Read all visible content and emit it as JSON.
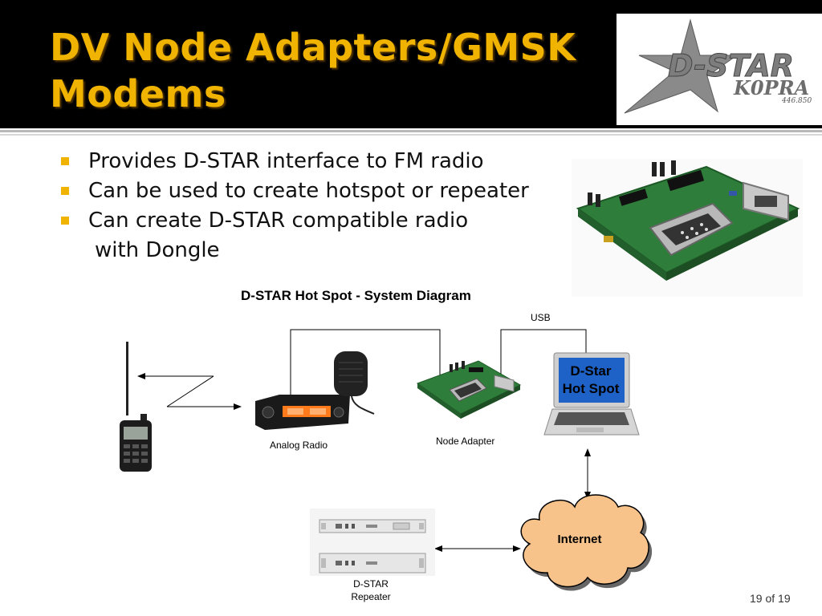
{
  "slide": {
    "title_line1": "DV Node Adapters/GMSK",
    "title_line2": "Modems",
    "bullets": [
      {
        "text": "Provides D-STAR interface to FM radio"
      },
      {
        "text": "Can be used to create hotspot or repeater"
      },
      {
        "text": "Can create D-STAR compatible radio",
        "continuation": "with Dongle"
      }
    ],
    "page_number": "19 of 19"
  },
  "logo": {
    "text": "D-STAR",
    "callsign": "K0PRA",
    "frequency": "446.850"
  },
  "diagram": {
    "title": "D-STAR Hot Spot  -  System Diagram",
    "usb_label": "USB",
    "analog_radio_label": "Analog Radio",
    "node_adapter_label": "Node Adapter",
    "laptop_screen_line1": "D-Star",
    "laptop_screen_line2": "Hot Spot",
    "internet_label": "Internet",
    "repeater_label_line1": "D-STAR",
    "repeater_label_line2": "Repeater"
  },
  "colors": {
    "title": "#f0b400",
    "bullet": "#f0b400",
    "header_bg": "#000000",
    "internet_cloud": "#f7c38a",
    "laptop_screen": "#1e62c8"
  }
}
